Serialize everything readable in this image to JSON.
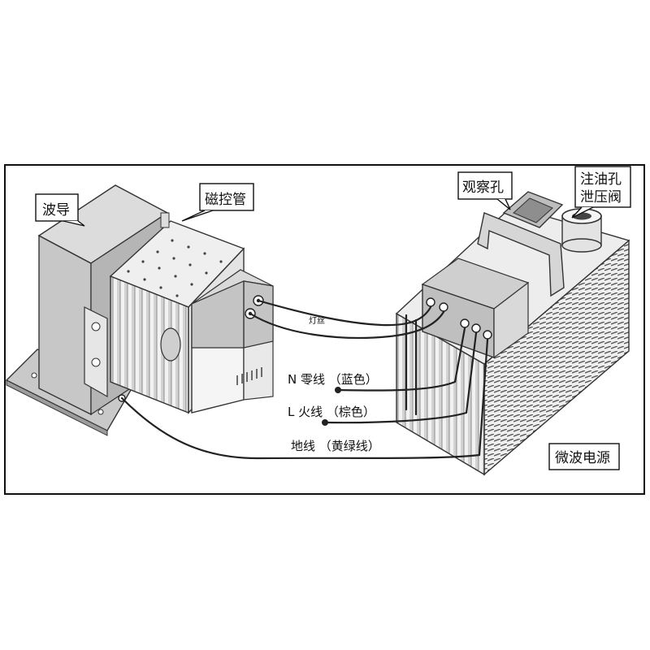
{
  "labels": {
    "waveguide": "波导",
    "magnetron": "磁控管",
    "observation_hole": "观察孔",
    "oil_fill_hole": "注油孔",
    "pressure_valve": "泄压阀",
    "filament": "灯丝",
    "neutral_wire": "N 零线 （蓝色）",
    "live_wire": "L 火线 （棕色）",
    "ground_wire": "地线 （黄绿线）",
    "power_supply": "微波电源"
  }
}
